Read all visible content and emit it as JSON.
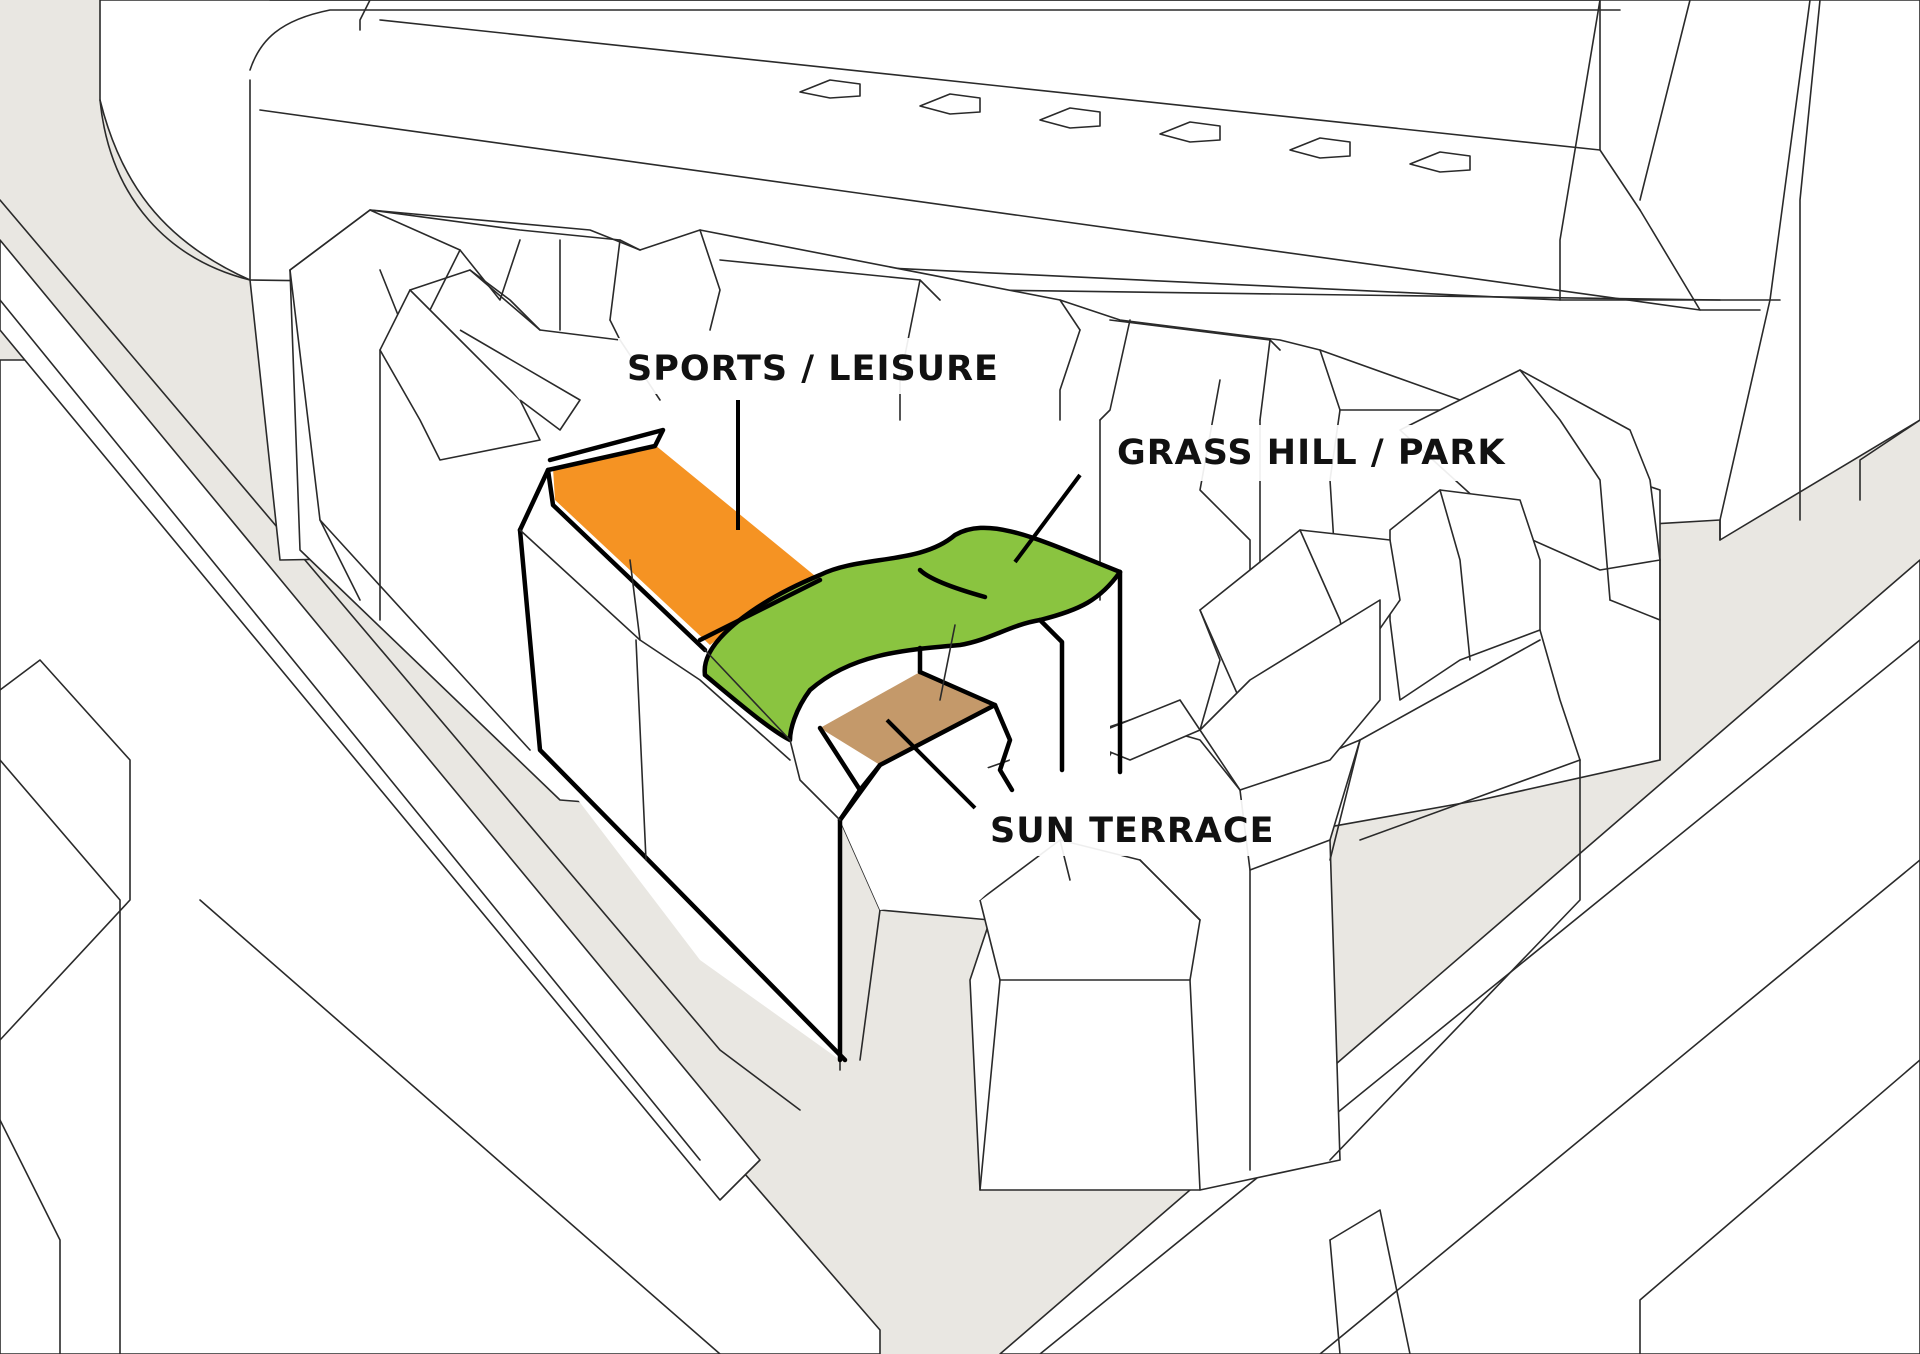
{
  "labels": {
    "sports": "SPORTS / LEISURE",
    "grass": "GRASS HILL / PARK",
    "sun": "SUN TERRACE"
  },
  "colors": {
    "sports": "#F59323",
    "grass": "#8AC440",
    "sun": "#C4996A",
    "street": "#E9E7E2",
    "building": "#FFFFFF",
    "outline": "#2A2A2A"
  }
}
